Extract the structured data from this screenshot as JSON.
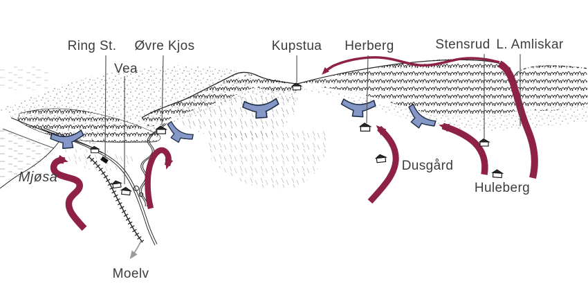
{
  "figure": {
    "type": "hand-drawn terrain sketch map with military movement arrows",
    "background": "#ffffff"
  },
  "colors": {
    "attack_arrow": "#8e2147",
    "defense_arrow_fill": "#8497c6",
    "defense_arrow_outline": "#1c2a45",
    "label_text": "#3c3c3c",
    "leader_line": "#4a4a4a",
    "terrain_ink": "#262626",
    "moelv_arrow": "#9a9a9a"
  },
  "labels": {
    "ring_st": "Ring St.",
    "vea": "Vea",
    "ovre_kjos": "Øvre Kjos",
    "kupstua": "Kupstua",
    "herberg": "Herberg",
    "stensrud": "Stensrud",
    "l_amliskar": "L. Amliskar",
    "mjosa": "Mjøsa",
    "dusgard": "Dusgård",
    "huleberg": "Huleberg",
    "moelv": "Moelv"
  },
  "icons": {
    "house": "small house pictogram (white body, dark roof)",
    "attack_arrow": "thick curved burgundy band arrow",
    "defense_arrow": "blue chevron band arrow with dark outline",
    "moelv_direction_arrow": "thin gray arrow pointing down toward Moelv",
    "railway": "line with cross ties",
    "road": "double thin line",
    "stream": "wavy double line"
  },
  "arrows": {
    "attack": [
      "mjosa-shore-s-curve",
      "ovre-kjos-hook",
      "dusgard-to-herberg",
      "huleberg-to-west",
      "l-amliskar-over-ridge",
      "ridge-top-westward-thin"
    ],
    "defense": [
      "shore-position",
      "ovre-kjos-position",
      "mid-ridge-west-position",
      "mid-ridge-east-position",
      "stensrud-flank-position"
    ]
  },
  "houses": [
    "shore",
    "vea-lower",
    "vea",
    "ovre-kjos",
    "kupstua",
    "herberg",
    "dusgard",
    "stensrud",
    "huleberg"
  ]
}
